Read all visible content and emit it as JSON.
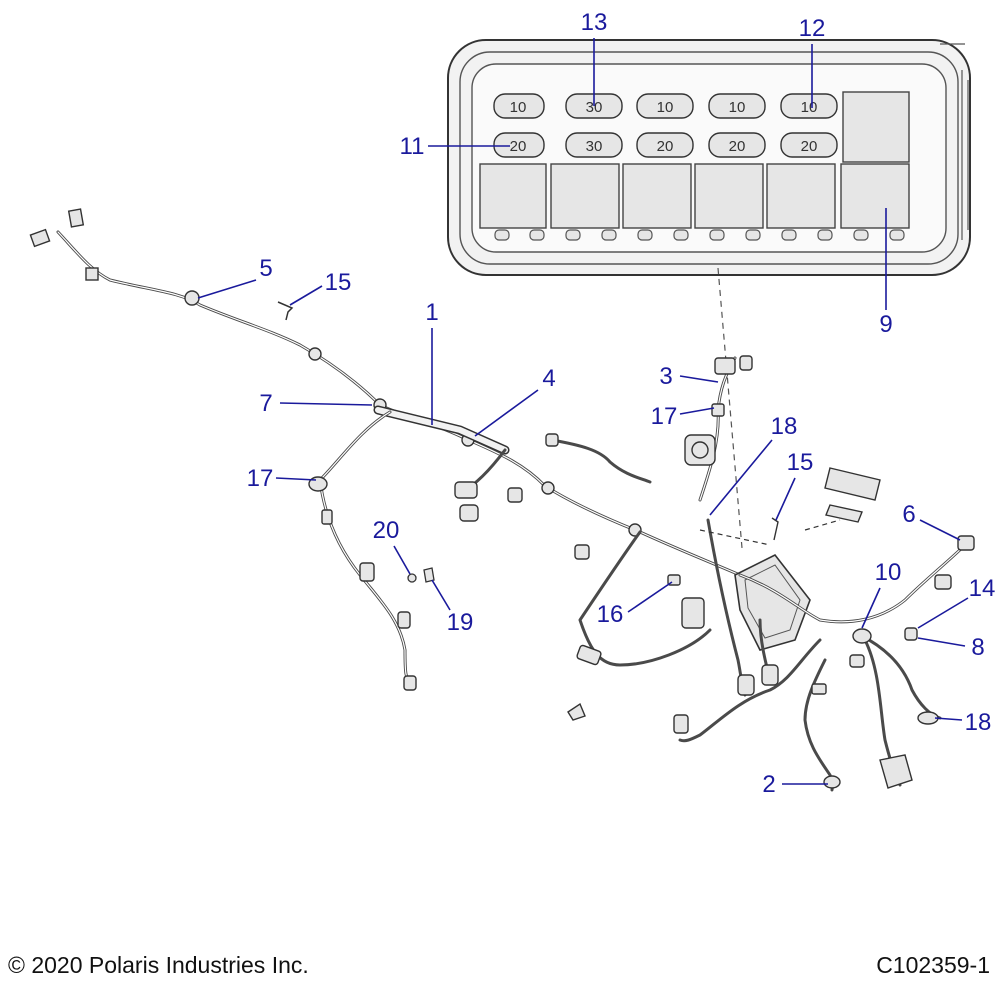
{
  "diagram": {
    "callouts": {
      "c1": "1",
      "c2": "2",
      "c3": "3",
      "c4": "4",
      "c5": "5",
      "c6": "6",
      "c7": "7",
      "c8": "8",
      "c9": "9",
      "c10": "10",
      "c11": "11",
      "c12": "12",
      "c13": "13",
      "c14": "14",
      "c15a": "15",
      "c15b": "15",
      "c16": "16",
      "c17a": "17",
      "c17b": "17",
      "c18a": "18",
      "c18b": "18",
      "c19": "19",
      "c20": "20"
    },
    "fuse_box": {
      "top_row": [
        "10",
        "30",
        "10",
        "10",
        "10"
      ],
      "bottom_row": [
        "20",
        "30",
        "20",
        "20",
        "20"
      ]
    }
  },
  "footer": {
    "copyright": "© 2020 Polaris Industries Inc.",
    "code": "C102359-1"
  },
  "colors": {
    "callout": "#1a1a9c",
    "line_art": "#333333",
    "part_fill": "#e6e6e6"
  }
}
